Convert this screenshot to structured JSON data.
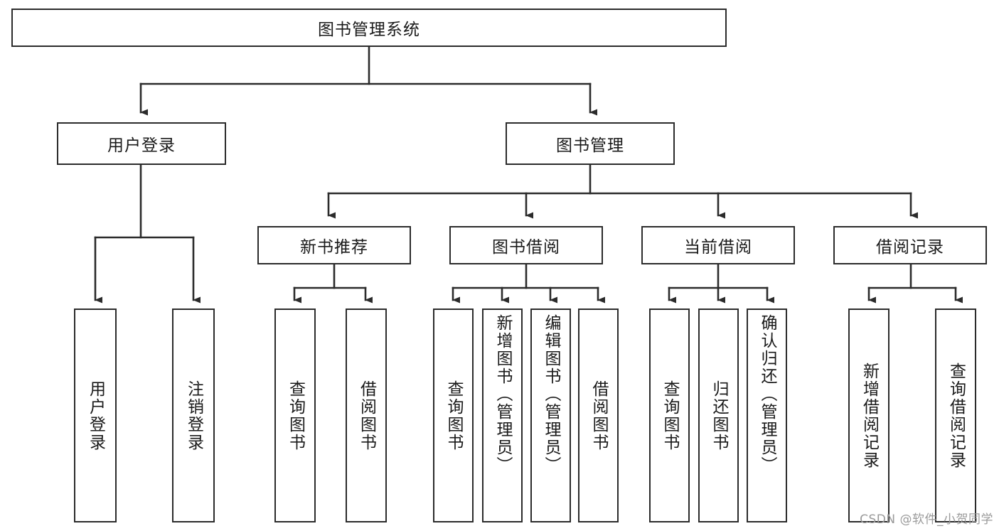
{
  "diagram": {
    "type": "tree-hierarchy",
    "title": "图书管理系统",
    "watermark": "CSDN @软件_小贺同学",
    "colors": {
      "box_border": "#2b2b2b",
      "box_fill": "#ffffff",
      "connector": "#2b2b2b",
      "background": "#ffffff",
      "watermark_text": "#9a9a9a"
    },
    "nodes": {
      "root": {
        "label": "图书管理系统"
      },
      "level2": [
        {
          "id": "user-login",
          "label": "用户登录"
        },
        {
          "id": "book-management",
          "label": "图书管理"
        }
      ],
      "level3": [
        {
          "id": "new-book-recommend",
          "label": "新书推荐"
        },
        {
          "id": "book-borrow",
          "label": "图书借阅"
        },
        {
          "id": "current-borrow",
          "label": "当前借阅"
        },
        {
          "id": "borrow-record",
          "label": "借阅记录"
        }
      ],
      "leaves": {
        "user_login": [
          {
            "id": "leaf-user-login",
            "label": "用户登录"
          },
          {
            "id": "leaf-logout-login",
            "label": "注销登录"
          }
        ],
        "new_book_recommend": [
          {
            "id": "leaf-query-book-1",
            "label": "查询图书"
          },
          {
            "id": "leaf-borrow-book-1",
            "label": "借阅图书"
          }
        ],
        "book_borrow": [
          {
            "id": "leaf-query-book-2",
            "label": "查询图书"
          },
          {
            "id": "leaf-add-book",
            "label": "新增图书（管理员）"
          },
          {
            "id": "leaf-edit-book",
            "label": "编辑图书（管理员）"
          },
          {
            "id": "leaf-borrow-book-2",
            "label": "借阅图书"
          }
        ],
        "current_borrow": [
          {
            "id": "leaf-query-book-3",
            "label": "查询图书"
          },
          {
            "id": "leaf-return-book",
            "label": "归还图书"
          },
          {
            "id": "leaf-confirm-return",
            "label": "确认归还（管理员）"
          }
        ],
        "borrow_record": [
          {
            "id": "leaf-add-record",
            "label": "新增借阅记录"
          },
          {
            "id": "leaf-query-record",
            "label": "查询借阅记录"
          }
        ]
      }
    }
  }
}
